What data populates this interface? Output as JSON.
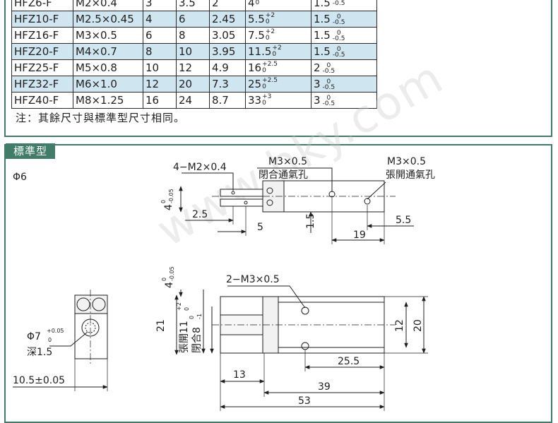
{
  "spec_table": {
    "rows": [
      {
        "model": "HFZ6-F",
        "thread": "M2×0.4",
        "a": "3",
        "b": "3.5",
        "c": "2",
        "d_base": "4",
        "d_tol_top": "",
        "d_tol_bottom": "0",
        "e_base": "1.5",
        "e_tol_top": "",
        "e_tol_bottom": "-0.5"
      },
      {
        "model": "HFZ10-F",
        "thread": "M2.5×0.45",
        "a": "4",
        "b": "6",
        "c": "2.45",
        "d_base": "5.5",
        "d_tol_top": "+2",
        "d_tol_bottom": "0",
        "e_base": "1.5",
        "e_tol_top": "0",
        "e_tol_bottom": "-0.5"
      },
      {
        "model": "HFZ16-F",
        "thread": "M3×0.5",
        "a": "6",
        "b": "8",
        "c": "3.05",
        "d_base": "7.5",
        "d_tol_top": "+2",
        "d_tol_bottom": "0",
        "e_base": "1.5",
        "e_tol_top": "0",
        "e_tol_bottom": "-0.5"
      },
      {
        "model": "HFZ20-F",
        "thread": "M4×0.7",
        "a": "8",
        "b": "10",
        "c": "3.95",
        "d_base": "11.5",
        "d_tol_top": "+2",
        "d_tol_bottom": "0",
        "e_base": "1.5",
        "e_tol_top": "0",
        "e_tol_bottom": "-0.5"
      },
      {
        "model": "HFZ25-F",
        "thread": "M5×0.8",
        "a": "10",
        "b": "12",
        "c": "4.9",
        "d_base": "16",
        "d_tol_top": "+2.5",
        "d_tol_bottom": "0",
        "e_base": "2",
        "e_tol_top": "0",
        "e_tol_bottom": "-0.5"
      },
      {
        "model": "HFZ32-F",
        "thread": "M6×1.0",
        "a": "12",
        "b": "20",
        "c": "7.3",
        "d_base": "25",
        "d_tol_top": "+2.5",
        "d_tol_bottom": "0",
        "e_base": "3",
        "e_tol_top": "0",
        "e_tol_bottom": "-0.5"
      },
      {
        "model": "HFZ40-F",
        "thread": "M8×1.25",
        "a": "16",
        "b": "24",
        "c": "8.7",
        "d_base": "33",
        "d_tol_top": "+3",
        "d_tol_bottom": "0",
        "e_base": "3",
        "e_tol_top": "0",
        "e_tol_bottom": "-0.5"
      }
    ],
    "note": "注：其餘尺寸與標準型尺寸相同。"
  },
  "section": {
    "title": "標準型",
    "size_label": "Φ6"
  },
  "drawing": {
    "top_view": {
      "thread_label": "4−M2×0.4",
      "port_close_thread": "M3×0.5",
      "port_close_label": "閉合通氣孔",
      "port_open_thread": "M3×0.5",
      "port_open_label": "張開通氣孔",
      "dim_jaw_width": "4",
      "dim_jaw_width_tol_top": "0",
      "dim_jaw_width_tol_bottom": "-0.05",
      "dim_2_5": "2.5",
      "dim_5": "5",
      "dim_1_5": "1.5",
      "dim_19": "19",
      "dim_5_5": "5.5"
    },
    "side_view": {
      "bore": "Φ7",
      "bore_tol_top": "+0.05",
      "bore_tol_bottom": "0",
      "depth": "深1.5",
      "width": "10.5±0.05"
    },
    "front_view": {
      "thread_label": "2−M3×0.5",
      "dim_4": "4",
      "dim_4_tol_top": "0",
      "dim_4_tol_bottom": "-0.05",
      "dim_21": "21",
      "open_label": "張開11",
      "open_tol_top": "+2",
      "open_tol_bottom": "0",
      "close_label": "閉合8",
      "close_tol_top": "0",
      "close_tol_bottom": "-1",
      "dim_12": "12",
      "dim_20": "20",
      "dim_13": "13",
      "dim_25_5": "25.5",
      "dim_39": "39",
      "dim_53": "53"
    }
  },
  "watermark": "www.hky.com",
  "colors": {
    "panel_border": "#3f7d69",
    "row_shade": "#cfe6f1",
    "line": "#1e1e1e"
  }
}
